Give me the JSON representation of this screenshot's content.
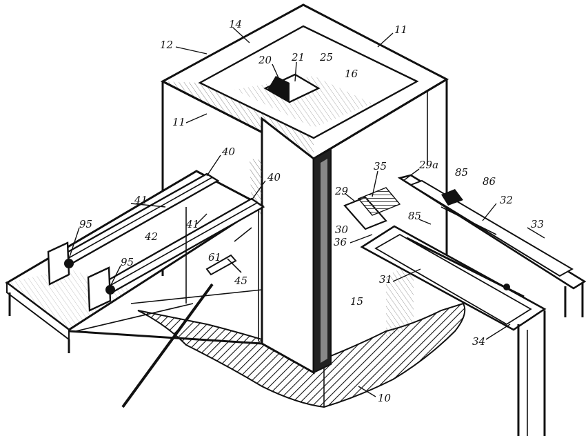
{
  "figure": {
    "labels": [
      {
        "id": "l14",
        "text": "14"
      },
      {
        "id": "l11a",
        "text": "11"
      },
      {
        "id": "l12",
        "text": "12"
      },
      {
        "id": "l20",
        "text": "20"
      },
      {
        "id": "l21",
        "text": "21"
      },
      {
        "id": "l25",
        "text": "25"
      },
      {
        "id": "l16",
        "text": "16"
      },
      {
        "id": "l11b",
        "text": "11"
      },
      {
        "id": "l40a",
        "text": "40"
      },
      {
        "id": "l40b",
        "text": "40"
      },
      {
        "id": "l41a",
        "text": "41"
      },
      {
        "id": "l41b",
        "text": "41"
      },
      {
        "id": "l95a",
        "text": "95"
      },
      {
        "id": "l95b",
        "text": "95"
      },
      {
        "id": "l42",
        "text": "42"
      },
      {
        "id": "l61",
        "text": "61"
      },
      {
        "id": "l45",
        "text": "45"
      },
      {
        "id": "l35",
        "text": "35"
      },
      {
        "id": "l29a",
        "text": "29a"
      },
      {
        "id": "l29",
        "text": "29"
      },
      {
        "id": "l85a",
        "text": "85"
      },
      {
        "id": "l86",
        "text": "86"
      },
      {
        "id": "l32",
        "text": "32"
      },
      {
        "id": "l33",
        "text": "33"
      },
      {
        "id": "l85b",
        "text": "85"
      },
      {
        "id": "l30",
        "text": "30"
      },
      {
        "id": "l36",
        "text": "36"
      },
      {
        "id": "l31",
        "text": "31"
      },
      {
        "id": "l15",
        "text": "15"
      },
      {
        "id": "l34",
        "text": "34"
      },
      {
        "id": "l10",
        "text": "10"
      }
    ]
  }
}
